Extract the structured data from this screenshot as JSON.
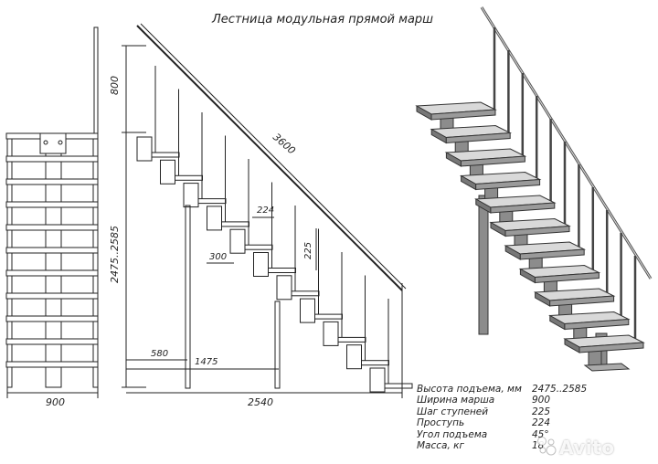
{
  "title": "Лестница модульная прямой марш",
  "dimensions": {
    "left_width": "900",
    "height_top": "800",
    "height_range": "2475..2585",
    "rail_length": "3600",
    "tread_depth": "224",
    "step_rise": "225",
    "tread_width": "300",
    "offset_a": "580",
    "offset_b": "1475",
    "total_length": "2540"
  },
  "specs": [
    {
      "name": "Высота подъема, мм",
      "value": "2475..2585"
    },
    {
      "name": "Ширина марша",
      "value": "900"
    },
    {
      "name": "Шаг ступеней",
      "value": "225"
    },
    {
      "name": "Проступь",
      "value": "224"
    },
    {
      "name": "Угол подъема",
      "value": "45°"
    },
    {
      "name": "Масса, кг",
      "value": "18"
    }
  ],
  "watermark": "Avito",
  "colors": {
    "line": "#222222",
    "tread_top": "#d9d9d9",
    "tread_side": "#9a9a9a",
    "metal": "#8c8c8c"
  }
}
